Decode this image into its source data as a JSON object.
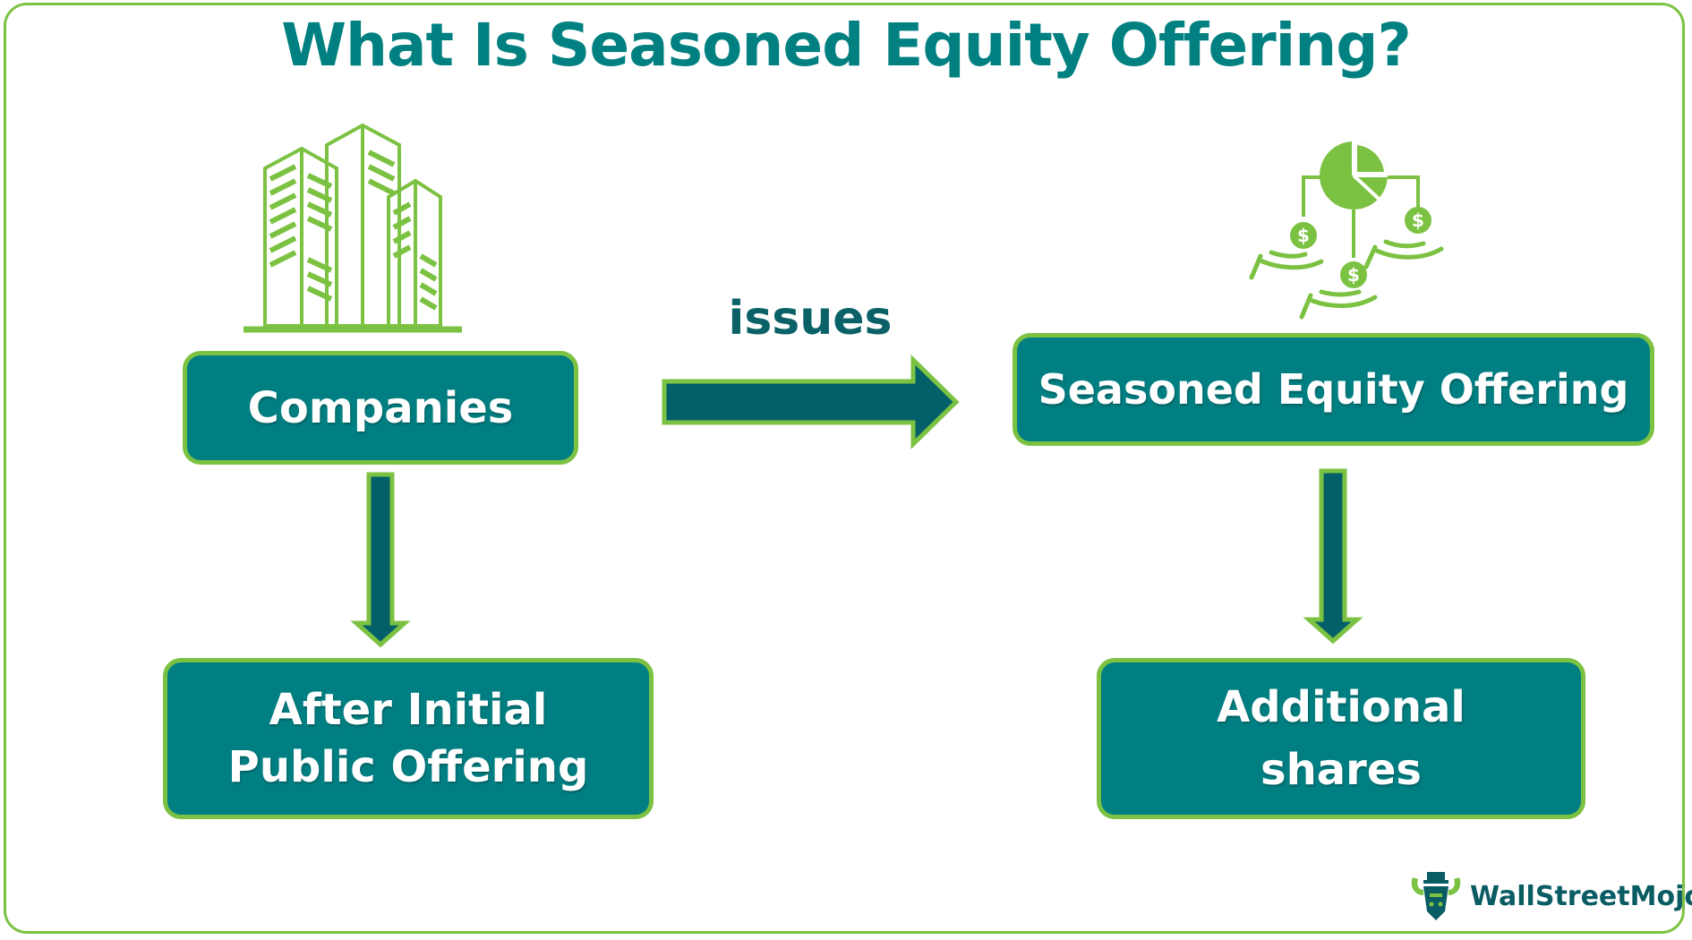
{
  "title": "What Is Seasoned Equity Offering?",
  "nodes": {
    "companies": "Companies",
    "after_ipo": [
      "After Initial",
      "Public Offering"
    ],
    "seo": "Seasoned Equity Offering",
    "additional": [
      "Additional",
      "shares"
    ]
  },
  "edges": {
    "issues_label": "issues"
  },
  "icons": {
    "companies": "buildings-icon",
    "seo": "pie-chart-dollar-hands-icon",
    "logo": "wallstreetmojo-bull-icon"
  },
  "logo": {
    "text": "WallStreetMojo"
  },
  "colors": {
    "title": "#008080",
    "box_fill": "#007f82",
    "box_border": "#7cc242",
    "arrow_fill": "#046068",
    "icon_green": "#7cc242",
    "frame": "#7cc242"
  }
}
